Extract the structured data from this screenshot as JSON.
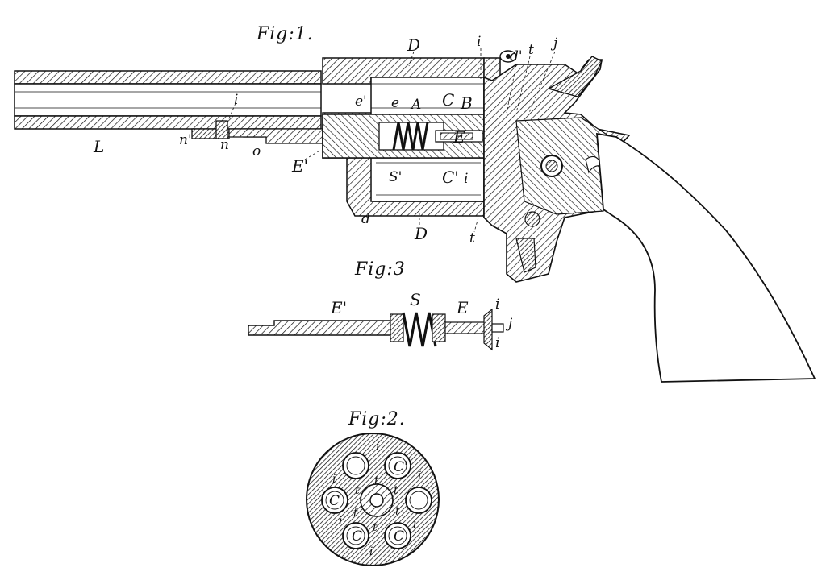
{
  "figures": {
    "fig1": {
      "title": "Fig:1.",
      "labels": {
        "D_top": "D",
        "i_top": "i",
        "d_prime": "d'",
        "t_top": "t",
        "j_top": "j",
        "e_prime": "e'",
        "e": "e",
        "A": "A",
        "C_top": "C",
        "B": "B",
        "i_barrel": "i",
        "E": "E",
        "L": "L",
        "n_prime": "n'",
        "n": "n",
        "o": "o",
        "E_prime": "E'",
        "S_prime": "S'",
        "C_bottom": "C'",
        "i_bottom": "i",
        "d": "d",
        "D_bottom": "D",
        "t_bottom": "t"
      }
    },
    "fig3": {
      "title": "Fig:3",
      "labels": {
        "E_prime": "E'",
        "S": "S",
        "E": "E",
        "i_top": "i",
        "j": "j",
        "i_bottom": "i"
      }
    },
    "fig2": {
      "title": "Fig:2.",
      "labels": {
        "i_1": "i",
        "i_2": "i",
        "i_3": "i",
        "i_4": "i",
        "i_5": "i",
        "i_6": "i",
        "C_1": "C'",
        "C_2": "C",
        "C_3": "C",
        "C_4": "C",
        "t_1": "t",
        "t_2": "t",
        "t_3": "t",
        "t_4": "t",
        "t_5": "t",
        "t_6": "t"
      }
    }
  }
}
